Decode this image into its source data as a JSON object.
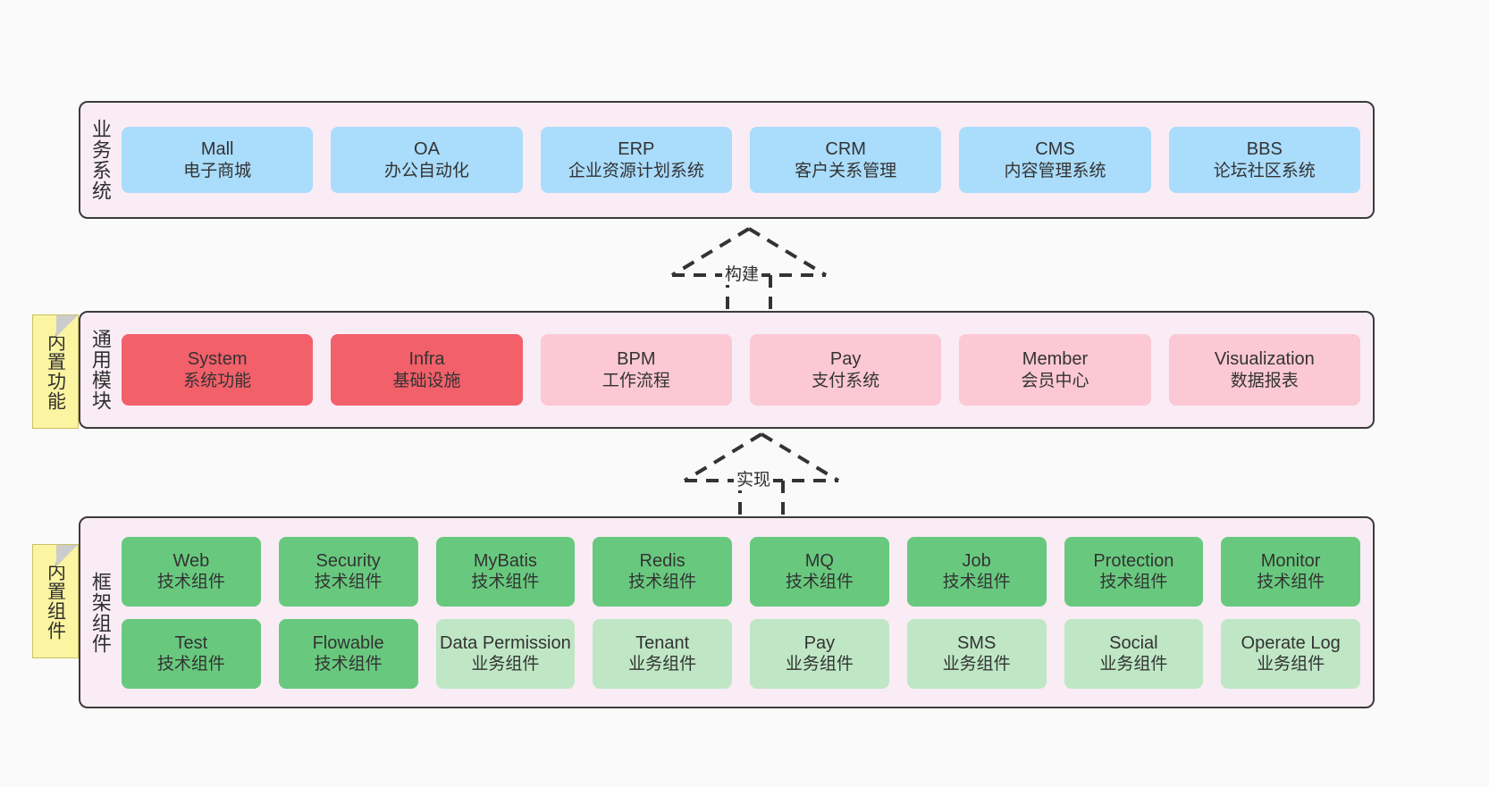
{
  "diagram": {
    "title": "",
    "background_color": "#fafafa",
    "panel_color": "#f9ecf5",
    "sticky_color": "#fbf4a0"
  },
  "layers": [
    {
      "id": "business",
      "label": "业务系统",
      "rows": [
        {
          "nodes": [
            {
              "title": "Mall",
              "sub": "电子商城",
              "color": "#aadcfb"
            },
            {
              "title": "OA",
              "sub": "办公自动化",
              "color": "#aadcfb"
            },
            {
              "title": "ERP",
              "sub": "企业资源计划系统",
              "color": "#aadcfb"
            },
            {
              "title": "CRM",
              "sub": "客户关系管理",
              "color": "#aadcfb"
            },
            {
              "title": "CMS",
              "sub": "内容管理系统",
              "color": "#aadcfb"
            },
            {
              "title": "BBS",
              "sub": "论坛社区系统",
              "color": "#aadcfb"
            }
          ]
        }
      ]
    },
    {
      "id": "common",
      "label": "通用模块",
      "rows": [
        {
          "nodes": [
            {
              "title": "System",
              "sub": "系统功能",
              "color": "#f2606a"
            },
            {
              "title": "Infra",
              "sub": "基础设施",
              "color": "#f2606a"
            },
            {
              "title": "BPM",
              "sub": "工作流程",
              "color": "#fbc8d4"
            },
            {
              "title": "Pay",
              "sub": "支付系统",
              "color": "#fbc8d4"
            },
            {
              "title": "Member",
              "sub": "会员中心",
              "color": "#fbc8d4"
            },
            {
              "title": "Visualization",
              "sub": "数据报表",
              "color": "#fbc8d4"
            }
          ]
        }
      ]
    },
    {
      "id": "framework",
      "label": "框架组件",
      "rows": [
        {
          "nodes": [
            {
              "title": "Web",
              "sub": "技术组件",
              "color": "#68c97e"
            },
            {
              "title": "Security",
              "sub": "技术组件",
              "color": "#68c97e"
            },
            {
              "title": "MyBatis",
              "sub": "技术组件",
              "color": "#68c97e"
            },
            {
              "title": "Redis",
              "sub": "技术组件",
              "color": "#68c97e"
            },
            {
              "title": "MQ",
              "sub": "技术组件",
              "color": "#68c97e"
            },
            {
              "title": "Job",
              "sub": "技术组件",
              "color": "#68c97e"
            },
            {
              "title": "Protection",
              "sub": "技术组件",
              "color": "#68c97e"
            },
            {
              "title": "Monitor",
              "sub": "技术组件",
              "color": "#68c97e"
            }
          ]
        },
        {
          "nodes": [
            {
              "title": "Test",
              "sub": "技术组件",
              "color": "#68c97e"
            },
            {
              "title": "Flowable",
              "sub": "技术组件",
              "color": "#68c97e"
            },
            {
              "title": "Data Permission",
              "sub": "业务组件",
              "color": "#bfe7c5"
            },
            {
              "title": "Tenant",
              "sub": "业务组件",
              "color": "#bfe7c5"
            },
            {
              "title": "Pay",
              "sub": "业务组件",
              "color": "#bfe7c5"
            },
            {
              "title": "SMS",
              "sub": "业务组件",
              "color": "#bfe7c5"
            },
            {
              "title": "Social",
              "sub": "业务组件",
              "color": "#bfe7c5"
            },
            {
              "title": "Operate Log",
              "sub": "业务组件",
              "color": "#bfe7c5"
            }
          ]
        }
      ]
    }
  ],
  "stickies": [
    {
      "id": "features",
      "label": "内置功能"
    },
    {
      "id": "components",
      "label": "内置组件"
    }
  ],
  "arrows": [
    {
      "id": "build",
      "label": "构建",
      "style": "dashed-generalization",
      "direction": "up"
    },
    {
      "id": "impl",
      "label": "实现",
      "style": "dashed-generalization",
      "direction": "up"
    }
  ]
}
